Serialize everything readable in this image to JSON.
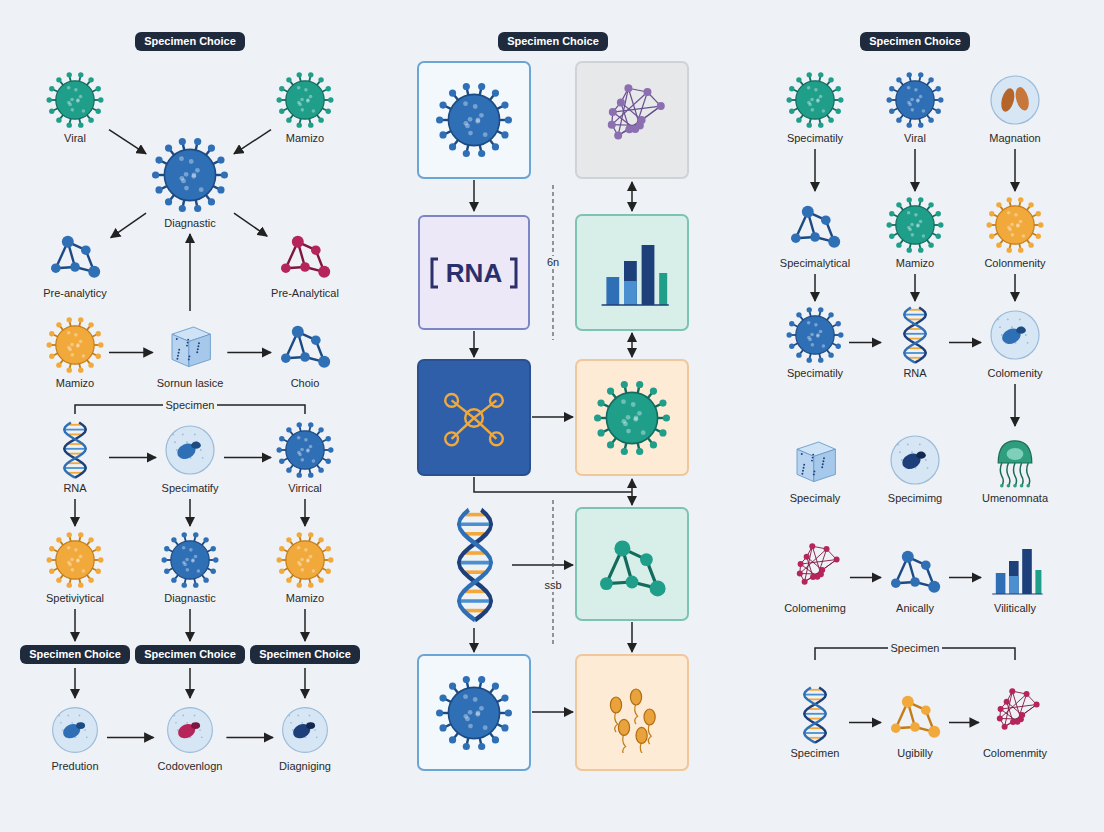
{
  "diagram": {
    "nodes": [
      {
        "text": [
          "Specimen Choice"
        ]
      },
      {
        "text": [
          "Viral"
        ]
      },
      {
        "text": [
          "Mamizo"
        ]
      },
      {
        "text": [
          "Diagnastic"
        ]
      },
      {
        "text": [
          "Pre-analyticy"
        ]
      },
      {
        "text": [
          "Pre-Analytical"
        ]
      },
      {
        "text": [
          "Mamizo"
        ]
      },
      {
        "text": [
          "Sornun lasice"
        ]
      },
      {
        "text": [
          "Choio"
        ]
      },
      {
        "text": [
          "RNA"
        ]
      },
      {
        "text": [
          "Specimatify"
        ]
      },
      {
        "text": [
          "Virrical"
        ]
      },
      {
        "text": [
          "Spetiviytical"
        ]
      },
      {
        "text": [
          "Diagnastic"
        ]
      },
      {
        "text": [
          "Mamizo"
        ]
      },
      {
        "text": [
          "Specimen Choice"
        ]
      },
      {
        "text": [
          "Specimen Choice"
        ]
      },
      {
        "text": [
          "Specimen Choice"
        ]
      },
      {
        "text": [
          "Predution"
        ]
      },
      {
        "text": [
          "Codovenlogn"
        ]
      },
      {
        "text": [
          "Diagniging"
        ]
      },
      {
        "text": [
          "Specimen Choice"
        ]
      },
      {
        "text": [
          "RNA"
        ]
      },
      {
        "text": [
          "Specimen Choice"
        ]
      },
      {
        "text": [
          "Specimatily"
        ]
      },
      {
        "text": [
          "Viral"
        ]
      },
      {
        "text": [
          "Magnation"
        ]
      },
      {
        "text": [
          "Specimalytical"
        ]
      },
      {
        "text": [
          "Mamizo"
        ]
      },
      {
        "text": [
          "Colonmenity"
        ]
      },
      {
        "text": [
          "Specimatily"
        ]
      },
      {
        "text": [
          "RNA"
        ]
      },
      {
        "text": [
          "Colomenity"
        ]
      },
      {
        "text": [
          "Specimaly"
        ]
      },
      {
        "text": [
          "Specimimg"
        ]
      },
      {
        "text": [
          "Umenomnata"
        ]
      },
      {
        "text": [
          "Colomenimg"
        ]
      },
      {
        "text": [
          "Anically"
        ]
      },
      {
        "text": [
          "Vilitically"
        ]
      },
      {
        "text": [
          "Specimen"
        ]
      },
      {
        "text": [
          "Ugibilly"
        ]
      },
      {
        "text": [
          "Colomenmity"
        ]
      }
    ],
    "edges": [
      {
        "from": 1,
        "to": 3,
        "arrow": "to"
      },
      {
        "from": 2,
        "to": 3,
        "arrow": "to"
      },
      {
        "from": 3,
        "to": 4,
        "arrow": "to"
      },
      {
        "from": 3,
        "to": 5,
        "arrow": "to"
      },
      {
        "from": 7,
        "to": 3,
        "arrow": "to"
      },
      {
        "from": 6,
        "to": 7,
        "arrow": "to"
      },
      {
        "from": 7,
        "to": 8,
        "arrow": "to"
      },
      {
        "from": 9,
        "to": 10,
        "arrow": "to"
      },
      {
        "from": 10,
        "to": 11,
        "arrow": "to"
      },
      {
        "from": 9,
        "to": 12,
        "arrow": "to"
      },
      {
        "from": 10,
        "to": 13,
        "arrow": "to"
      },
      {
        "from": 11,
        "to": 14,
        "arrow": "to"
      },
      {
        "from": 12,
        "to": 15,
        "arrow": "to"
      },
      {
        "from": 13,
        "to": 16,
        "arrow": "to"
      },
      {
        "from": 14,
        "to": 17,
        "arrow": "to"
      },
      {
        "from": 15,
        "to": 18,
        "arrow": "to"
      },
      {
        "from": 16,
        "to": 19,
        "arrow": "to"
      },
      {
        "from": 17,
        "to": 20,
        "arrow": "to"
      },
      {
        "from": 18,
        "to": 19,
        "arrow": "to"
      },
      {
        "from": 19,
        "to": 20,
        "arrow": "to"
      },
      {
        "from": 24,
        "to": 27,
        "arrow": "to"
      },
      {
        "from": 27,
        "to": 30,
        "arrow": "to"
      },
      {
        "from": 25,
        "to": 28,
        "arrow": "to"
      },
      {
        "from": 28,
        "to": 31,
        "arrow": "to"
      },
      {
        "from": 26,
        "to": 29,
        "arrow": "to"
      },
      {
        "from": 29,
        "to": 32,
        "arrow": "to"
      },
      {
        "from": 30,
        "to": 31,
        "arrow": "to"
      },
      {
        "from": 31,
        "to": 32,
        "arrow": "to"
      },
      {
        "from": 32,
        "to": 35,
        "arrow": "to"
      },
      {
        "from": 36,
        "to": 37,
        "arrow": "to"
      },
      {
        "from": 37,
        "to": 38,
        "arrow": "to"
      },
      {
        "from": 39,
        "to": 40,
        "arrow": "to"
      },
      {
        "from": 40,
        "to": 41,
        "arrow": "to"
      }
    ],
    "labels": [
      "Specimen",
      "6n",
      "ssb",
      "Specimen"
    ]
  }
}
